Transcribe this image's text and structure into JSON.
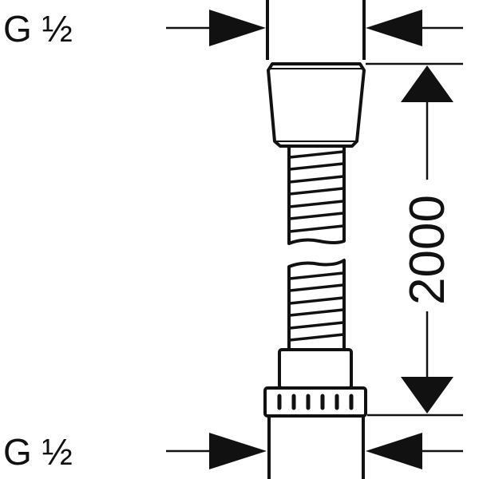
{
  "diagram": {
    "top_thread_label": "G ½",
    "bottom_thread_label": "G ½",
    "length_dimension": "2000",
    "line_color": "#111111",
    "background": "#ffffff"
  }
}
